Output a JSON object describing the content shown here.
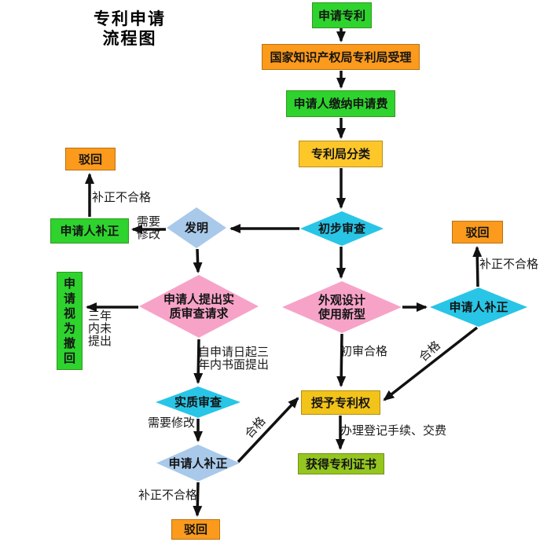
{
  "title": "专利申请\n流程图",
  "colors": {
    "green": "#2ed32e",
    "orange": "#fb9a1c",
    "yellow": "#fdc72a",
    "gold": "#f2c319",
    "lime": "#94c61f",
    "cyan": "#29c5e6",
    "lightblue": "#a9c9ea",
    "pink": "#f7a3c8",
    "line": "#111111"
  },
  "nodes": {
    "apply": {
      "label": "申请专利"
    },
    "accept": {
      "label": "国家知识产权局专利局受理"
    },
    "pay": {
      "label": "申请人缴纳申请费"
    },
    "classify": {
      "label": "专利局分类"
    },
    "prelim_exam": {
      "label": "初步审查"
    },
    "invention": {
      "label": "发明"
    },
    "correction_left": {
      "label": "申请人补正"
    },
    "reject_left": {
      "label": "驳回"
    },
    "subst_request": {
      "label": "申请人提出实\n质审查请求"
    },
    "withdrawn": {
      "label": "申\n请\n视\n为\n撤\n回"
    },
    "design_utility": {
      "label": "外观设计\n使用新型"
    },
    "correction_right": {
      "label": "申请人补正"
    },
    "reject_right": {
      "label": "驳回"
    },
    "subst_exam": {
      "label": "实质审查"
    },
    "correction_bottom": {
      "label": "申请人补正"
    },
    "reject_bottom": {
      "label": "驳回"
    },
    "grant": {
      "label": "授予专利权"
    },
    "certificate": {
      "label": "获得专利证书"
    }
  },
  "edge_labels": {
    "correction_fail_left": "补正不合格",
    "need_modify_left": "需要\n修改",
    "three_years_not_filed": "三年\n内未\n提出",
    "written_request": "自申请日起三\n年内书面提出",
    "need_modify_bottom": "需要修改",
    "correction_fail_bottom": "补正不合格",
    "qualified_left": "合格",
    "initial_exam_pass": "初审合格",
    "qualified_right": "合格",
    "correction_fail_right": "补正不合格",
    "registration_fee": "办理登记手续、交费"
  }
}
